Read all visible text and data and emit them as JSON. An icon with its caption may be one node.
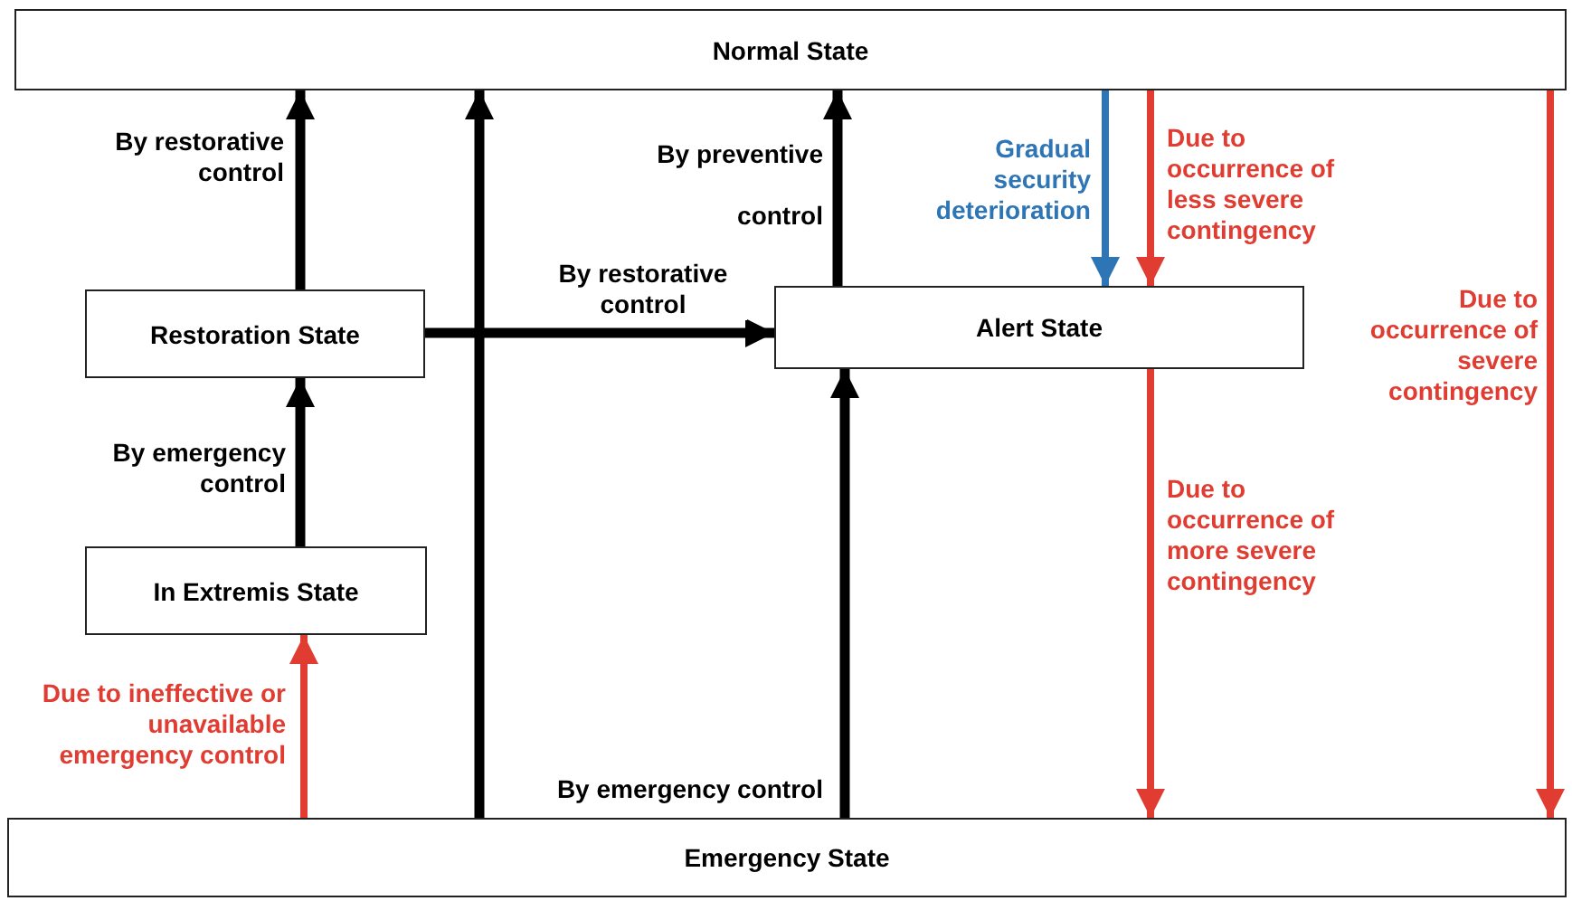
{
  "diagram": {
    "nodes": [
      {
        "text": [
          "Normal State"
        ]
      },
      {
        "text": [
          "Restoration State"
        ]
      },
      {
        "text": [
          "Alert State"
        ]
      },
      {
        "text": [
          "In Extremis State"
        ]
      },
      {
        "text": [
          "Emergency State"
        ]
      }
    ],
    "edges": [
      {
        "from": 1,
        "to": 0,
        "arrow": "to",
        "label": "By restorative control"
      },
      {
        "from": 4,
        "to": 0,
        "arrow": "to"
      },
      {
        "from": 1,
        "to": 2,
        "arrow": "to",
        "label": "By restorative control"
      },
      {
        "from": 2,
        "to": 0,
        "arrow": "to",
        "label": "By preventive control"
      },
      {
        "from": 0,
        "to": 2,
        "arrow": "to",
        "label": "Gradual security deterioration",
        "color": "#2e75b6"
      },
      {
        "from": 0,
        "to": 2,
        "arrow": "to",
        "label": "Due to occurrence of less severe contingency",
        "color": "#e03c31"
      },
      {
        "from": 2,
        "to": 4,
        "arrow": "to",
        "label": "Due to occurrence of more severe contingency",
        "color": "#e03c31"
      },
      {
        "from": 0,
        "to": 4,
        "arrow": "to",
        "label": "Due to occurrence of severe contingency",
        "color": "#e03c31"
      },
      {
        "from": 3,
        "to": 1,
        "arrow": "to",
        "label": "By emergency control"
      },
      {
        "from": 4,
        "to": 3,
        "arrow": "to",
        "label": "Due to ineffective or unavailable emergency control",
        "color": "#e03c31"
      },
      {
        "from": 4,
        "to": 2,
        "arrow": "to",
        "label": "By emergency control"
      }
    ]
  }
}
